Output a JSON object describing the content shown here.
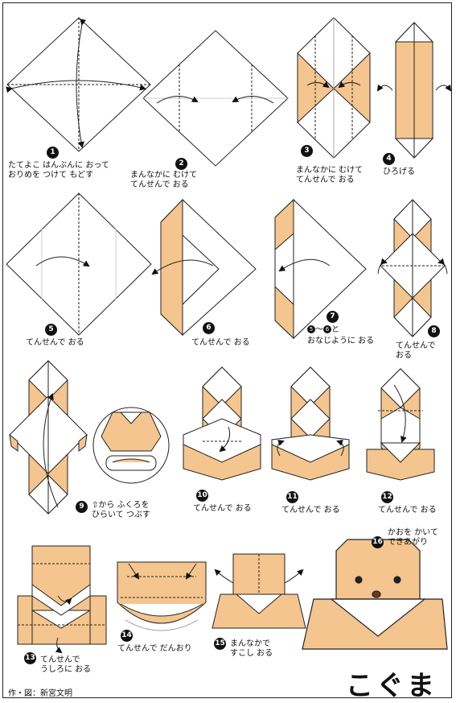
{
  "title": "こぐま",
  "credit": "作・図：新宮文明",
  "colors": {
    "paper": "#F4C58E",
    "line": "#222222",
    "white": "#FFFFFF",
    "nose": "#6B3A1E"
  },
  "steps": [
    {
      "number": "1",
      "caption": "たてよこ はんぶんに おって\nおりめを つけて もどす"
    },
    {
      "number": "2",
      "caption": "まんなかに むけて\nてんせんで おる"
    },
    {
      "number": "3",
      "caption": "まんなかに むけて\nてんせんで おる"
    },
    {
      "number": "4",
      "caption": "ひろげる"
    },
    {
      "number": "5",
      "caption": "てんせんで おる"
    },
    {
      "number": "6",
      "caption": "てんせんで おる"
    },
    {
      "number": "7",
      "caption_range_from": "5",
      "caption_range_sep": "〜",
      "caption_range_to": "6",
      "caption_range_suffix": "と",
      "caption": "おなじように おる"
    },
    {
      "number": "8",
      "caption": "てんせんで\nおる"
    },
    {
      "number": "9",
      "caption_prefix": "⇧から ふくろを",
      "caption": "ひらいて つぶす"
    },
    {
      "number": "10",
      "caption": "てんせんで おる"
    },
    {
      "number": "11",
      "caption": "てんせんで おる"
    },
    {
      "number": "12",
      "caption": "てんせんで おる"
    },
    {
      "number": "13",
      "caption": "てんせんで\nうしろに おる"
    },
    {
      "number": "14",
      "caption": "てんせんで だんおり"
    },
    {
      "number": "15",
      "caption": "まんなかで\nすこし おる"
    },
    {
      "number": "16",
      "caption": "かおを かいて\nできあがり"
    }
  ]
}
